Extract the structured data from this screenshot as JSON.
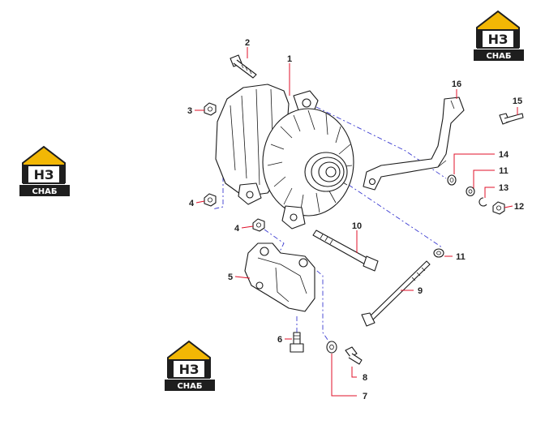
{
  "callouts": [
    {
      "id": "c1",
      "label": "1"
    },
    {
      "id": "c2",
      "label": "2"
    },
    {
      "id": "c3",
      "label": "3"
    },
    {
      "id": "c4a",
      "label": "4"
    },
    {
      "id": "c4b",
      "label": "4"
    },
    {
      "id": "c5",
      "label": "5"
    },
    {
      "id": "c6",
      "label": "6"
    },
    {
      "id": "c7",
      "label": "7"
    },
    {
      "id": "c8",
      "label": "8"
    },
    {
      "id": "c9",
      "label": "9"
    },
    {
      "id": "c10",
      "label": "10"
    },
    {
      "id": "c11a",
      "label": "11"
    },
    {
      "id": "c11b",
      "label": "11"
    },
    {
      "id": "c12",
      "label": "12"
    },
    {
      "id": "c13",
      "label": "13"
    },
    {
      "id": "c14",
      "label": "14"
    },
    {
      "id": "c15",
      "label": "15"
    },
    {
      "id": "c16",
      "label": "16"
    }
  ],
  "logos": [
    {
      "id": "logo-top-right",
      "mark": "НЗ",
      "word": "СНАБ"
    },
    {
      "id": "logo-left",
      "mark": "НЗ",
      "word": "СНАБ"
    },
    {
      "id": "logo-bottom",
      "mark": "НЗ",
      "word": "СНАБ"
    }
  ],
  "colors": {
    "leader": "#e0102a",
    "dash": "#3a3ad0",
    "logo_yellow": "#f2b705",
    "logo_dark": "#1e1e1e"
  }
}
